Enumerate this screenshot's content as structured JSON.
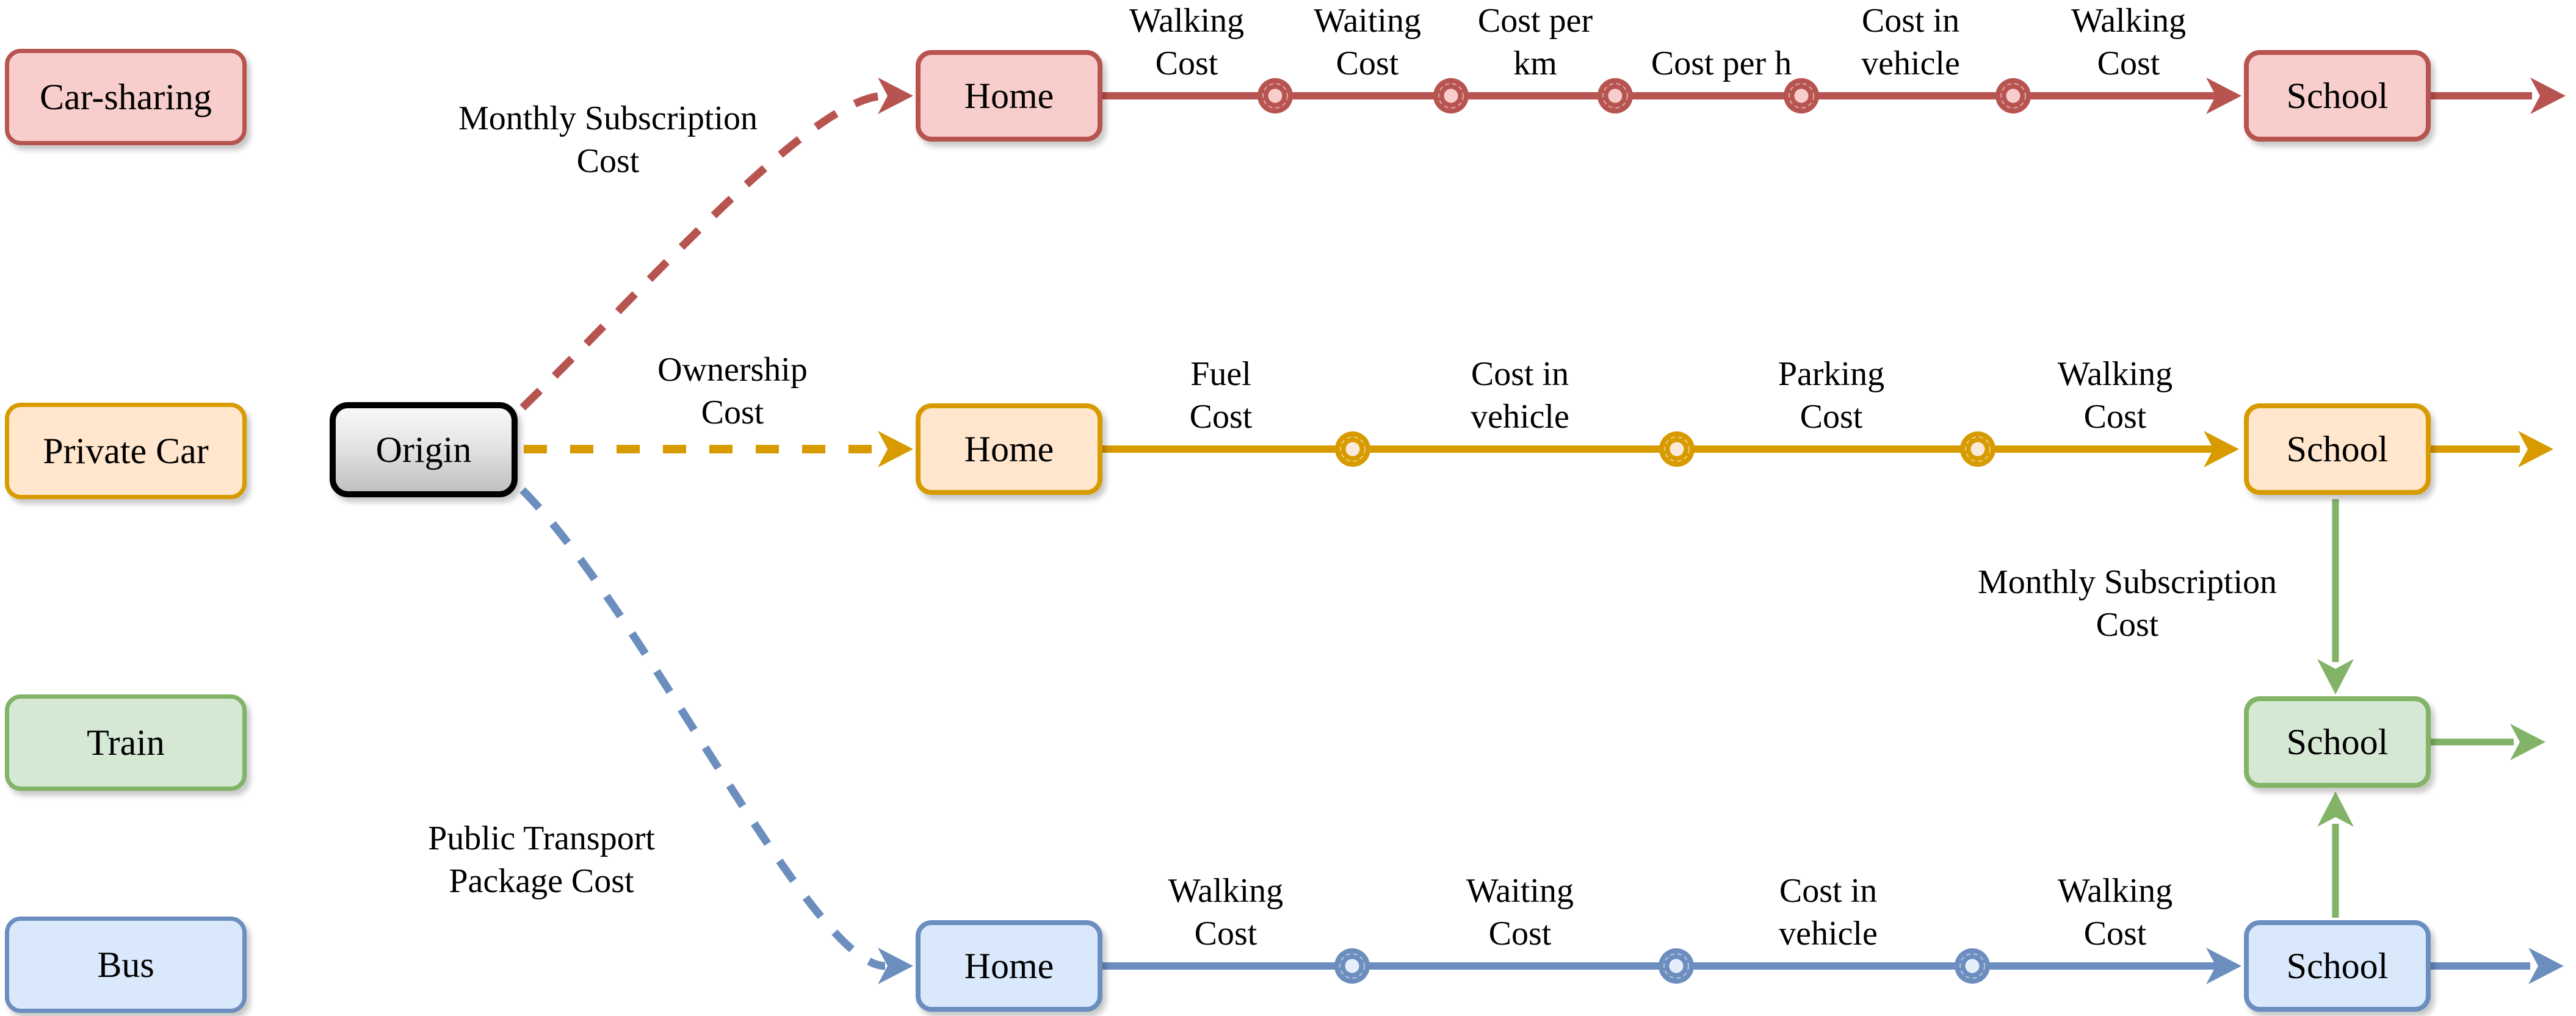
{
  "title": "Mode access and travel cost chain diagram",
  "colors": {
    "car_sharing_stroke": "#B85450",
    "car_sharing_fill": "#F8CECC",
    "private_car_stroke": "#D79B00",
    "private_car_fill": "#FFE6CC",
    "train_stroke": "#82B366",
    "train_fill": "#D5E8D4",
    "bus_stroke": "#6C8EBF",
    "bus_fill": "#DAE8FC",
    "origin_border": "#000000"
  },
  "legend": {
    "items": [
      {
        "id": "car-sharing",
        "label": "Car-sharing"
      },
      {
        "id": "private-car",
        "label": "Private Car"
      },
      {
        "id": "train",
        "label": "Train"
      },
      {
        "id": "bus",
        "label": "Bus"
      }
    ]
  },
  "nodes": {
    "origin": "Origin",
    "home": "Home",
    "school": "School"
  },
  "access_cost_labels": {
    "car_sharing": "Monthly Subscription Cost",
    "private_car": "Ownership Cost",
    "bus": "Public Transport Package Cost",
    "train": "Monthly Subscription Cost"
  },
  "routes": {
    "car_sharing": {
      "mode": "Car-sharing",
      "segments": [
        "Walking Cost",
        "Waiting Cost",
        "Cost per km",
        "Cost per h",
        "Cost in vehicle",
        "Walking Cost"
      ]
    },
    "private_car": {
      "mode": "Private Car",
      "segments": [
        "Fuel Cost",
        "Cost in vehicle",
        "Parking Cost",
        "Walking Cost"
      ]
    },
    "bus": {
      "mode": "Bus",
      "segments": [
        "Walking Cost",
        "Waiting Cost",
        "Cost in vehicle",
        "Walking Cost"
      ]
    },
    "train": {
      "mode": "Train",
      "connects": "School to School"
    }
  }
}
